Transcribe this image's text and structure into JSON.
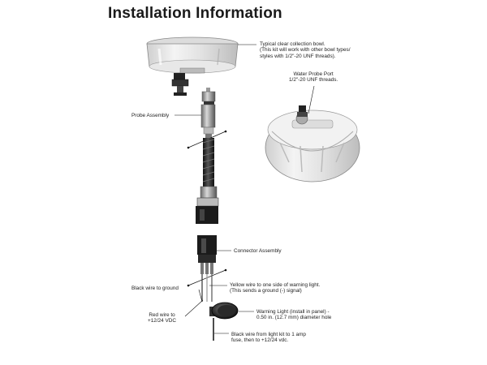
{
  "title": "Installation Information",
  "callouts": {
    "bowl": [
      "Typical clear collection bowl.",
      "(This kit will work with other bowl types/",
      "styles with 1/2\"-20 UNF threads)."
    ],
    "water_probe_port": [
      "Water Probe Port",
      "1/2\"-20 UNF threads."
    ],
    "probe_assembly": [
      "Probe Assembly"
    ],
    "connector_assembly": [
      "Connector Assembly"
    ],
    "black_wire_ground": [
      "Black wire to ground"
    ],
    "yellow_wire": [
      "Yellow wire to one side of warning light.",
      "(This sends a ground (-) signal)"
    ],
    "red_wire": [
      "Red wire to",
      "+12/24 VDC"
    ],
    "warning_light": [
      "Warning Light (install in panel) -",
      "0.50 in. (12.7 mm) diameter hole"
    ],
    "black_wire_light": [
      "Black wire from light kit to 1 amp",
      "fuse, then to +12/24 vdc."
    ]
  }
}
